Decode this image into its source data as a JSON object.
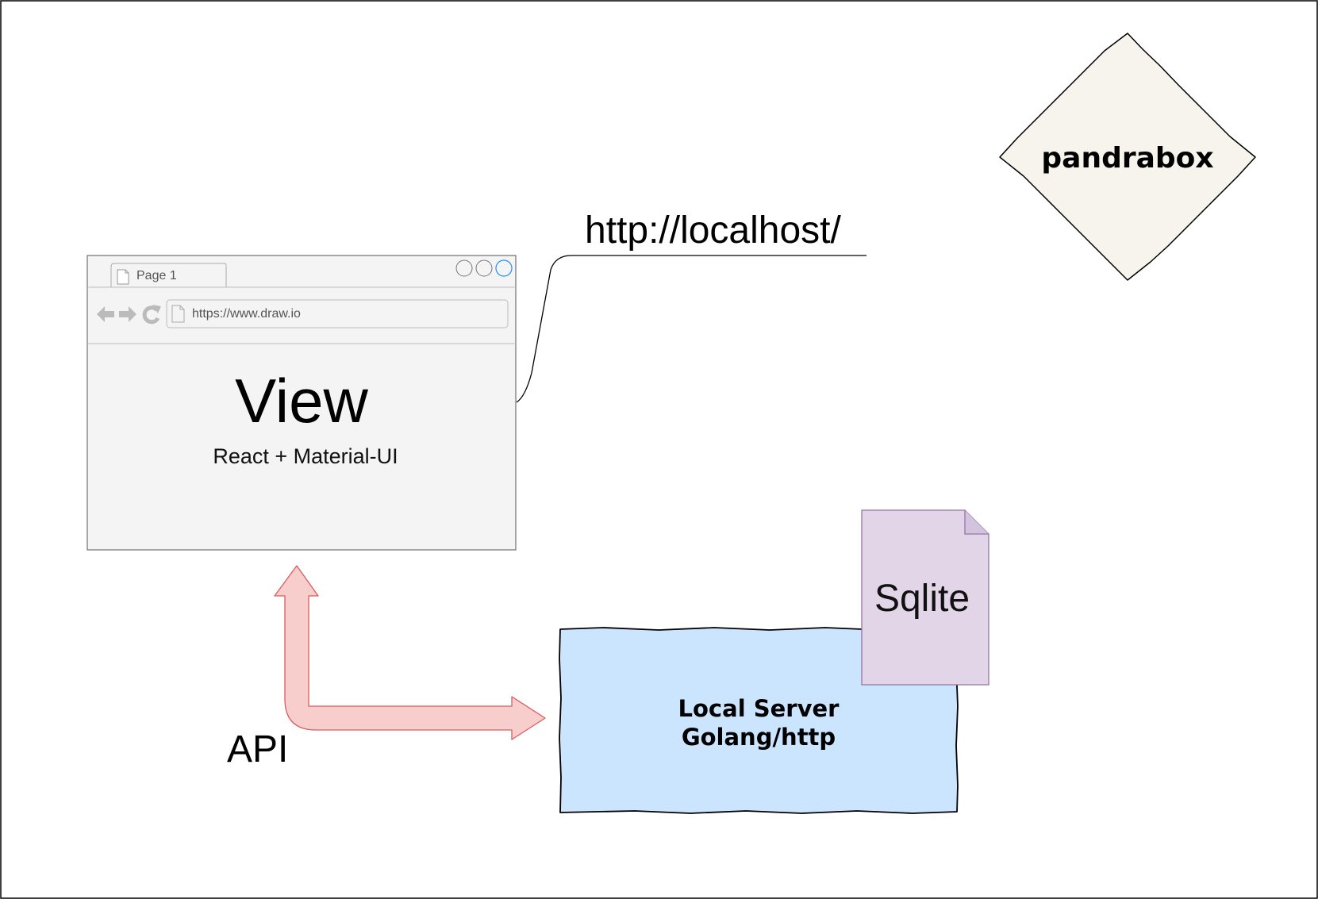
{
  "browser": {
    "tab_label": "Page 1",
    "url": "https://www.draw.io",
    "title": "View",
    "subtitle": "React + Material-UI"
  },
  "url_callout": {
    "text": "http://localhost/"
  },
  "pandrabox": {
    "label": "pandrabox"
  },
  "server": {
    "line1": "Local Server",
    "line2": "Golang/http"
  },
  "sqlite": {
    "label": "Sqlite"
  },
  "api": {
    "label": "API"
  },
  "colors": {
    "browser_fill": "#f4f4f4",
    "diamond_fill": "#f6f4ec",
    "server_fill": "#cce5ff",
    "sqlite_fill": "#e1d5e7",
    "sqlite_stroke": "#9673a6",
    "arrow_fill": "#f8cecc",
    "arrow_stroke": "#d65d5d",
    "window_btn_accent": "#1e90ff"
  }
}
